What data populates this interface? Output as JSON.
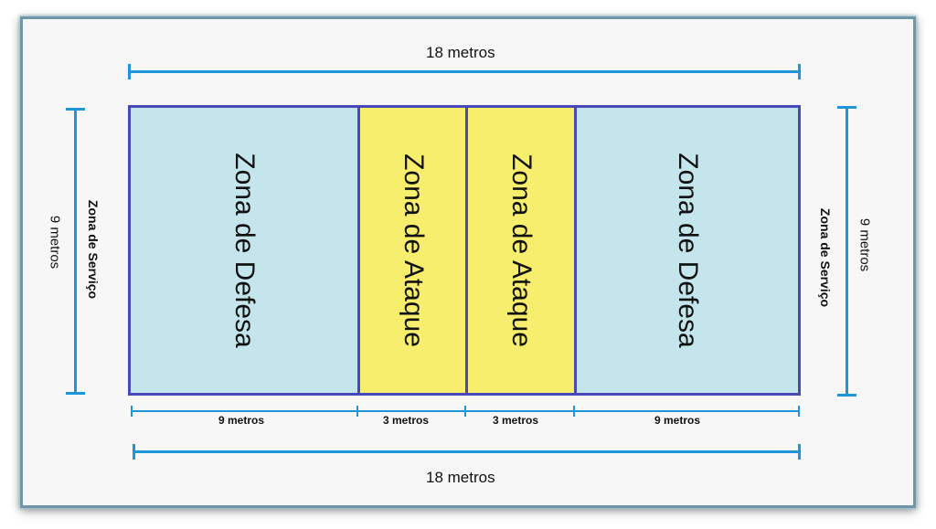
{
  "court": {
    "zones": [
      {
        "label": "Zona de Defesa",
        "type": "defense"
      },
      {
        "label": "Zona de Ataque",
        "type": "attack"
      },
      {
        "label": "Zona de Ataque",
        "type": "attack"
      },
      {
        "label": "Zona de Defesa",
        "type": "defense"
      }
    ]
  },
  "dimensions": {
    "top_length": "18 metros",
    "bottom_length": "18 metros",
    "left_width": "9 metros",
    "right_width": "9 metros",
    "segments": [
      "9 metros",
      "3 metros",
      "3 metros",
      "9 metros"
    ]
  },
  "service_zones": {
    "left": "Zona de Serviço",
    "right": "Zona de Serviço"
  },
  "colors": {
    "defense": "#c4e5ec",
    "attack": "#f6ee6c",
    "court_border": "#4848b8",
    "dimension_line": "#1e95d8"
  }
}
